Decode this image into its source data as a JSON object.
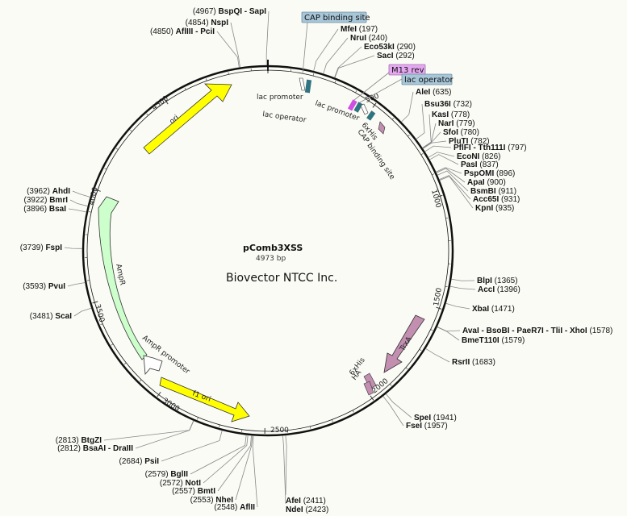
{
  "plasmid": {
    "name": "pComb3XSS",
    "length_label": "4973 bp",
    "company": "Biovector NTCC Inc.",
    "total_bp": 4973
  },
  "ruler": [
    "500",
    "1000",
    "1500",
    "2000",
    "2500",
    "3000",
    "3500",
    "4000",
    "4500"
  ],
  "colors": {
    "ori": "#ffff00",
    "f1_ori": "#ffff00",
    "ampr": "#ccffcc",
    "ampr_promoter": "#ffffff",
    "trxa": "#c38fb0",
    "his": "#c38fb0",
    "promoter_box": "#2f7480",
    "cap_box": "#a7c6d8",
    "m13_box": "#e5a8f0",
    "backbone": "#111111"
  },
  "features": {
    "ori": "ori",
    "f1_ori": "f1 ori",
    "ampr": "AmpR",
    "ampr_promoter": "AmpR promoter",
    "trxa": "TrxA",
    "his_top": "6xHis",
    "his_bottom": "6xHis",
    "ha": "HA",
    "lac_promoter_1": "lac promoter",
    "lac_operator_1": "lac operator",
    "lac_promoter_2": "lac promoter",
    "cap_site_2": "CAP binding site"
  },
  "boxes": {
    "cap_binding_site": "CAP binding site",
    "m13_rev": "M13 rev",
    "lac_operator": "lac operator"
  },
  "sites_right": [
    {
      "name": "MfeI",
      "pos": "(197)"
    },
    {
      "name": "NruI",
      "pos": "(240)"
    },
    {
      "name": "Eco53kI",
      "pos": "(290)"
    },
    {
      "name": "SacI",
      "pos": "(292)"
    },
    {
      "name": "AleI",
      "pos": "(635)"
    },
    {
      "name": "Bsu36I",
      "pos": "(732)"
    },
    {
      "name": "KasI",
      "pos": "(778)"
    },
    {
      "name": "NarI",
      "pos": "(779)"
    },
    {
      "name": "SfoI",
      "pos": "(780)"
    },
    {
      "name": "PluTI",
      "pos": "(782)"
    },
    {
      "name": "PflFI - Tth111I",
      "pos": "(797)"
    },
    {
      "name": "EcoNI",
      "pos": "(826)"
    },
    {
      "name": "PasI",
      "pos": "(837)"
    },
    {
      "name": "PspOMI",
      "pos": "(896)"
    },
    {
      "name": "ApaI",
      "pos": "(900)"
    },
    {
      "name": "BsmBI",
      "pos": "(911)"
    },
    {
      "name": "Acc65I",
      "pos": "(931)"
    },
    {
      "name": "KpnI",
      "pos": "(935)"
    },
    {
      "name": "BlpI",
      "pos": "(1365)"
    },
    {
      "name": "AccI",
      "pos": "(1396)"
    },
    {
      "name": "XbaI",
      "pos": "(1471)"
    },
    {
      "name": "AvaI - BsoBI - PaeR7I - TliI - XhoI",
      "pos": "(1578)"
    },
    {
      "name": "BmeT110I",
      "pos": "(1579)"
    },
    {
      "name": "RsrII",
      "pos": "(1683)"
    },
    {
      "name": "SpeI",
      "pos": "(1941)"
    },
    {
      "name": "FseI",
      "pos": "(1957)"
    }
  ],
  "sites_left": [
    {
      "name": "BspQI - SapI",
      "pos": "(4967)"
    },
    {
      "name": "NspI",
      "pos": "(4854)"
    },
    {
      "name": "AflIII - PciI",
      "pos": "(4850)"
    },
    {
      "name": "AhdI",
      "pos": "(3962)"
    },
    {
      "name": "BmrI",
      "pos": "(3922)"
    },
    {
      "name": "BsaI",
      "pos": "(3896)"
    },
    {
      "name": "FspI",
      "pos": "(3739)"
    },
    {
      "name": "PvuI",
      "pos": "(3593)"
    },
    {
      "name": "ScaI",
      "pos": "(3481)"
    },
    {
      "name": "BtgZI",
      "pos": "(2813)"
    },
    {
      "name": "BsaAI - DraIII",
      "pos": "(2812)"
    },
    {
      "name": "PsiI",
      "pos": "(2684)"
    },
    {
      "name": "BglII",
      "pos": "(2579)"
    },
    {
      "name": "NotI",
      "pos": "(2572)"
    },
    {
      "name": "BmtI",
      "pos": "(2557)"
    },
    {
      "name": "NheI",
      "pos": "(2553)"
    },
    {
      "name": "AflII",
      "pos": "(2548)"
    }
  ],
  "sites_bottom": [
    {
      "name": "AfeI",
      "pos": "(2411)"
    },
    {
      "name": "NdeI",
      "pos": "(2423)"
    }
  ]
}
